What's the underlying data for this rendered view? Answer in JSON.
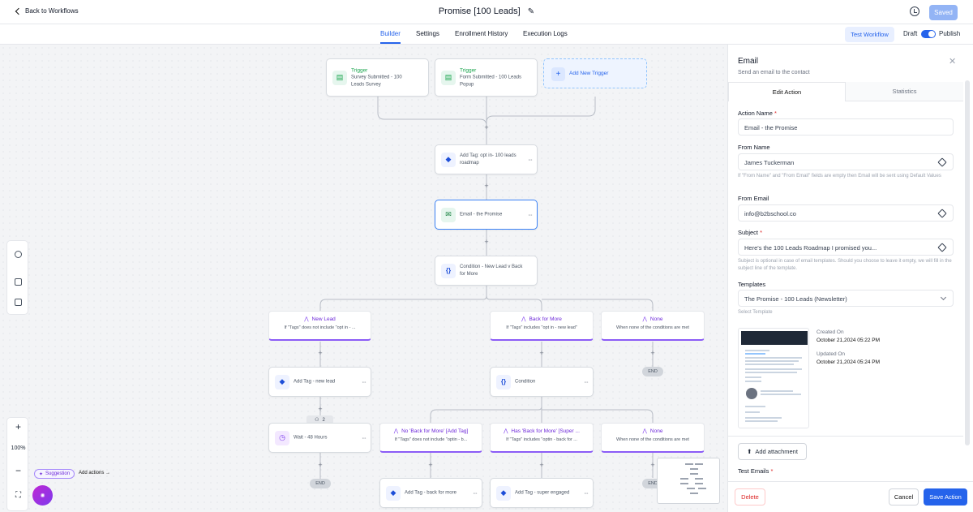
{
  "header": {
    "back_label": "Back to Workflows",
    "title": "Promise [100 Leads]",
    "saved_label": "Saved"
  },
  "tabs": [
    "Builder",
    "Settings",
    "Enrollment History",
    "Execution Logs"
  ],
  "actions": {
    "test_workflow": "Test Workflow",
    "draft": "Draft",
    "publish": "Publish"
  },
  "canvas": {
    "triggers": [
      {
        "label": "Trigger",
        "desc": "Survey Submitted - 100 Leads Survey"
      },
      {
        "label": "Trigger",
        "desc": "Form Submitted - 100 Leads Popup"
      }
    ],
    "add_trigger": "Add New Trigger",
    "nodes": {
      "add_tag_optin": "Add Tag: opt in- 100 leads roadmap",
      "email_promise": "Email - the Promise",
      "condition_main": "Condition - New Lead v Back for More",
      "add_tag_new_lead": "Add Tag - new lead",
      "condition_sub": "Condition",
      "wait": "Wait - 48 Hours",
      "add_tag_back": "Add Tag - back for more",
      "add_tag_super": "Add Tag - super engaged"
    },
    "branches": {
      "new_lead": {
        "name": "New Lead",
        "desc": "If \"Tags\" does not include \"opt in - ..."
      },
      "back_for_more": {
        "name": "Back for More",
        "desc": "If \"Tags\" includes \"opt in - new lead\""
      },
      "none_main": {
        "name": "None",
        "desc": "When none of the conditions are met"
      },
      "no_back": {
        "name": "No 'Back for More' [Add Tag]",
        "desc": "If \"Tags\" does not include \"optin - b..."
      },
      "has_back": {
        "name": "Has 'Back for More' [Super ...",
        "desc": "If \"Tags\" includes \"optin - back for ..."
      },
      "none_sub": {
        "name": "None",
        "desc": "When none of the conditions are met"
      }
    },
    "end_label": "END",
    "count": "2",
    "zoom": "100%",
    "suggestion": "Suggestion",
    "add_actions": "Add actions"
  },
  "panel": {
    "title": "Email",
    "subtitle": "Send an email to the contact",
    "tabs": [
      "Edit Action",
      "Statistics"
    ],
    "action_name_label": "Action Name",
    "action_name_value": "Email - the Promise",
    "from_name_label": "From Name",
    "from_name_value": "James Tuckerman",
    "from_name_help": "If \"From Name\" and \"From Email\" fields are empty then Email will be sent using Default Values",
    "from_email_label": "From Email",
    "from_email_value": "info@b2bschool.co",
    "subject_label": "Subject",
    "subject_value": "Here's the 100 Leads Roadmap I promised you...",
    "subject_help": "Subject is optional in case of email templates. Should you choose to leave it empty, we will fill in the subject line of the template.",
    "templates_label": "Templates",
    "templates_value": "The Promise - 100 Leads (Newsletter)",
    "templates_help": "Select Template",
    "created_on_label": "Created On",
    "created_on_value": "October 21,2024 05:22 PM",
    "updated_on_label": "Updated On",
    "updated_on_value": "October 21,2024 05:24 PM",
    "add_attachment": "Add attachment",
    "test_emails_label": "Test Emails",
    "delete": "Delete",
    "cancel": "Cancel",
    "save_action": "Save Action"
  },
  "colors": {
    "accent": "#2563eb",
    "trigger_green": "#16a34a",
    "branch_purple": "#8b5cf6",
    "delete_red": "#dc2626"
  }
}
